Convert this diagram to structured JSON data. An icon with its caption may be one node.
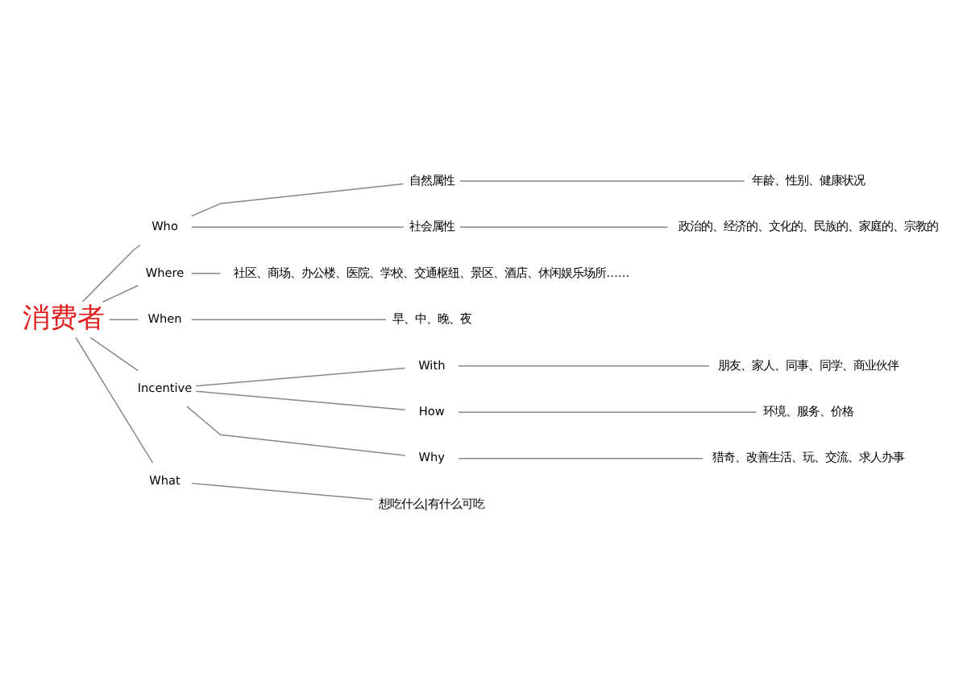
{
  "diagram": {
    "nodes": [
      {
        "text": [
          "消费者"
        ]
      },
      {
        "text": [
          "Who"
        ]
      },
      {
        "text": [
          "自然属性"
        ]
      },
      {
        "text": [
          "年龄、性别、健康状况"
        ]
      },
      {
        "text": [
          "社会属性"
        ]
      },
      {
        "text": [
          "政治的、经济的、文化的、民族的、家庭的、宗教的"
        ]
      },
      {
        "text": [
          "Where"
        ]
      },
      {
        "text": [
          "社区、商场、办公楼、医院、学校、交通枢纽、景区、酒店、休闲娱乐场所……"
        ]
      },
      {
        "text": [
          "When"
        ]
      },
      {
        "text": [
          "早、中、晚、夜"
        ]
      },
      {
        "text": [
          "Incentive"
        ]
      },
      {
        "text": [
          "With"
        ]
      },
      {
        "text": [
          "朋友、家人、同事、同学、商业伙伴"
        ]
      },
      {
        "text": [
          "How"
        ]
      },
      {
        "text": [
          "环境、服务、价格"
        ]
      },
      {
        "text": [
          "Why"
        ]
      },
      {
        "text": [
          "猎奇、改善生活、玩、交流、求人办事"
        ]
      },
      {
        "text": [
          "What"
        ]
      },
      {
        "text": [
          "想吃什么|有什么可吃"
        ]
      }
    ],
    "edges": [
      {
        "from": 0,
        "to": 1,
        "arrow": "none"
      },
      {
        "from": 0,
        "to": 6,
        "arrow": "none"
      },
      {
        "from": 0,
        "to": 8,
        "arrow": "none"
      },
      {
        "from": 0,
        "to": 10,
        "arrow": "none"
      },
      {
        "from": 0,
        "to": 17,
        "arrow": "none"
      },
      {
        "from": 1,
        "to": 2,
        "arrow": "none"
      },
      {
        "from": 1,
        "to": 4,
        "arrow": "none"
      },
      {
        "from": 2,
        "to": 3,
        "arrow": "none"
      },
      {
        "from": 4,
        "to": 5,
        "arrow": "none"
      },
      {
        "from": 6,
        "to": 7,
        "arrow": "none"
      },
      {
        "from": 8,
        "to": 9,
        "arrow": "none"
      },
      {
        "from": 10,
        "to": 11,
        "arrow": "none"
      },
      {
        "from": 10,
        "to": 13,
        "arrow": "none"
      },
      {
        "from": 10,
        "to": 15,
        "arrow": "none"
      },
      {
        "from": 11,
        "to": 12,
        "arrow": "none"
      },
      {
        "from": 13,
        "to": 14,
        "arrow": "none"
      },
      {
        "from": 15,
        "to": 16,
        "arrow": "none"
      },
      {
        "from": 17,
        "to": 18,
        "arrow": "none"
      }
    ]
  }
}
